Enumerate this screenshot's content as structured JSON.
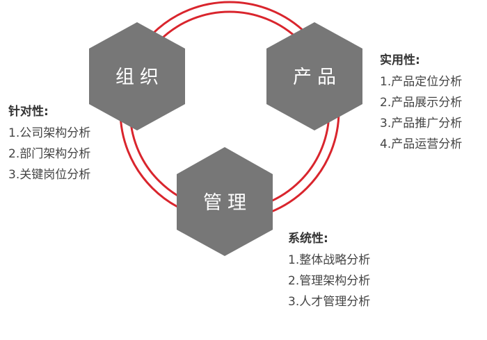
{
  "diagram": {
    "colors": {
      "hexagon": "#777777",
      "ring": "#d9252d",
      "text": "#333333"
    },
    "hexagons": {
      "organization": "组织",
      "product": "产品",
      "management": "管理"
    },
    "groups": {
      "targeted": {
        "title": "针对性:",
        "items": [
          "1.公司架构分析",
          "2.部门架构分析",
          "3.关键岗位分析"
        ]
      },
      "practical": {
        "title": "实用性:",
        "items": [
          "1.产品定位分析",
          "2.产品展示分析",
          "3.产品推广分析",
          "4.产品运营分析"
        ]
      },
      "systematic": {
        "title": "系统性:",
        "items": [
          "1.整体战略分析",
          "2.管理架构分析",
          "3.人才管理分析"
        ]
      }
    }
  }
}
